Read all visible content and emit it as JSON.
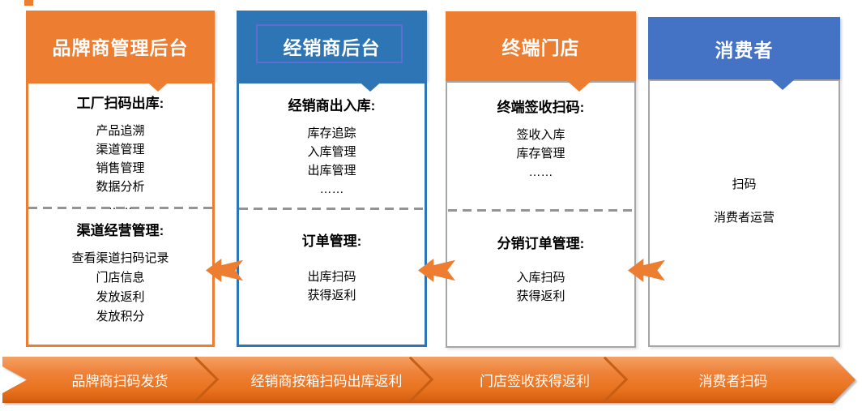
{
  "colors": {
    "orange": "#ED7D31",
    "blue_distributor": "#2E75B6",
    "blue_consumer": "#4472C4",
    "gray_border": "#A6A6A6",
    "divider_gray": "#949494"
  },
  "columns": [
    {
      "header": "品牌商管理后台",
      "top_section": {
        "title": "工厂扫码出库:",
        "items": [
          "产品追溯",
          "渠道管理",
          "销售管理",
          "数据分析",
          "……"
        ]
      },
      "bottom_section": {
        "title": "渠道经营管理:",
        "items": [
          "查看渠道扫码记录",
          "门店信息",
          "发放返利",
          "发放积分"
        ]
      }
    },
    {
      "header": "经销商后台",
      "top_section": {
        "title": "经销商出入库:",
        "items": [
          "库存追踪",
          "入库管理",
          "出库管理",
          "……"
        ]
      },
      "bottom_section": {
        "title": "订单管理:",
        "items": [
          "出库扫码",
          "获得返利"
        ]
      }
    },
    {
      "header": "终端门店",
      "top_section": {
        "title": "终端签收扫码:",
        "items": [
          "签收入库",
          "库存管理",
          "……"
        ]
      },
      "bottom_section": {
        "title": "分销订单管理:",
        "items": [
          "入库扫码",
          "获得返利"
        ]
      }
    },
    {
      "header": "消费者",
      "top_section": {
        "title": "",
        "items": [
          "扫码",
          "消费者运营"
        ]
      },
      "bottom_section": null
    }
  ],
  "flow_bar": {
    "segments": [
      "品牌商扫码发货",
      "经销商按箱扫码出库返利",
      "门店签收获得返利",
      "消费者扫码"
    ]
  }
}
